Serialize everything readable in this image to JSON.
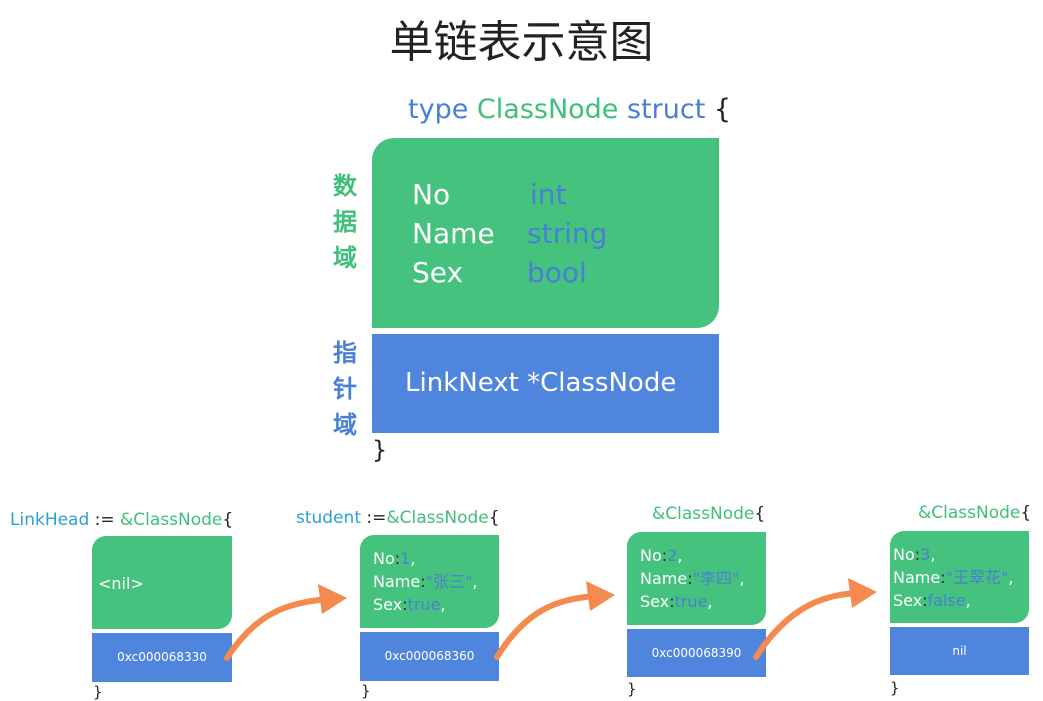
{
  "title": "单链表示意图",
  "struct": {
    "kw_type": "type",
    "name": "ClassNode",
    "kw_struct": "struct",
    "open_brace": "{",
    "close_brace": "}",
    "data_label_chars": [
      "数",
      "据",
      "域"
    ],
    "pointer_label_chars": [
      "指",
      "针",
      "域"
    ],
    "fields": [
      {
        "name": "No",
        "type": "int"
      },
      {
        "name": "Name",
        "type": "string"
      },
      {
        "name": "Sex",
        "type": "bool"
      }
    ],
    "pointer_field": "LinkNext *ClassNode"
  },
  "nodes": [
    {
      "var": "LinkHead",
      "assign": " := ",
      "ctor": "&ClassNode",
      "brace": "{",
      "data_text": "<nil>",
      "ptr": "0xc000068330",
      "close": "}"
    },
    {
      "var": "student",
      "assign": " :=",
      "ctor": "&ClassNode",
      "brace": "{",
      "fields": [
        {
          "k": "No",
          "sep": ":",
          "v": "1",
          "end": ","
        },
        {
          "k": "Name",
          "sep": ":",
          "v": "\"张三\"",
          "end": ","
        },
        {
          "k": "Sex",
          "sep": ":",
          "v": "true",
          "end": ","
        }
      ],
      "ptr": "0xc000068360",
      "close": "}"
    },
    {
      "ctor": "&ClassNode",
      "brace": "{",
      "fields": [
        {
          "k": "No",
          "sep": ":",
          "v": "2",
          "end": ","
        },
        {
          "k": "Name",
          "sep": ":",
          "v": "\"李四\"",
          "end": ","
        },
        {
          "k": "Sex",
          "sep": ":",
          "v": "true",
          "end": ","
        }
      ],
      "ptr": "0xc000068390",
      "close": "}"
    },
    {
      "ctor": "&ClassNode",
      "brace": "{",
      "fields": [
        {
          "k": "No",
          "sep": ":",
          "v": "3",
          "end": ","
        },
        {
          "k": "Name",
          "sep": ":",
          "v": "\"王翠花\"",
          "end": ","
        },
        {
          "k": "Sex",
          "sep": ":",
          "v": "false",
          "end": ","
        }
      ],
      "ptr": "nil",
      "close": "}"
    }
  ],
  "colors": {
    "green": "#45c27d",
    "blue": "#4f85dd",
    "arrow": "#f48a4e",
    "keyword_blue": "#4a7fd6",
    "var_cyan": "#2aa0d8"
  }
}
